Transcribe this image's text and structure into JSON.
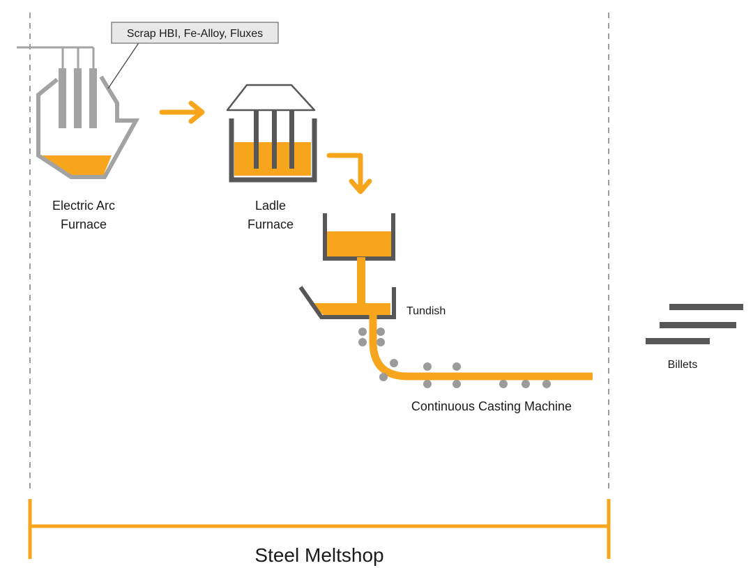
{
  "diagram": {
    "input_callout": "Scrap HBI, Fe-Alloy, Fluxes",
    "eaf": {
      "line1": "Electric Arc",
      "line2": "Furnace"
    },
    "ladle": {
      "line1": "Ladle",
      "line2": "Furnace"
    },
    "tundish": "Tundish",
    "ccm": "Continuous Casting Machine",
    "billets": "Billets",
    "span_label": "Steel Meltshop"
  },
  "colors": {
    "molten": "#f7a51c",
    "vessel_gray": "#a3a3a3",
    "dark_gray": "#575757",
    "roller": "#9b9b9b",
    "callout_bg": "#e8e8e8",
    "text": "#1a1a1a"
  }
}
